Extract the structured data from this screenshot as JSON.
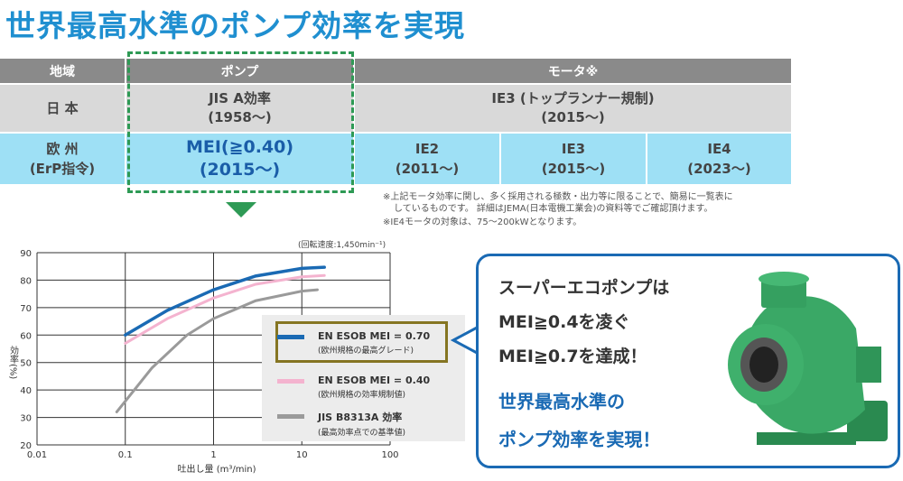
{
  "title": "世界最高水準のポンプ効率を実現",
  "table": {
    "headers": {
      "region": "地域",
      "pump": "ポンプ",
      "motor": "モータ※"
    },
    "japan": {
      "region": "日 本",
      "pump_line1": "JIS A効率",
      "pump_line2": "(1958〜)",
      "motor_line1": "IE3 (トップランナー規制)",
      "motor_line2": "(2015〜)"
    },
    "europe": {
      "region_line1": "欧 州",
      "region_line2": "(ErP指令)",
      "pump_line1": "MEI(≧0.40)",
      "pump_line2": "(2015〜)",
      "motors": [
        {
          "name": "IE2",
          "year": "(2011〜)"
        },
        {
          "name": "IE3",
          "year": "(2015〜)"
        },
        {
          "name": "IE4",
          "year": "(2023〜)"
        }
      ]
    }
  },
  "notes": [
    "※上記モータ効率に関し、多く採用される極数・出力等に限ることで、簡易に一覧表に",
    "しているものです。 詳細はJEMA(日本電機工業会)の資料等でご確認頂けます。",
    "※IE4モータの対象は、75〜200kWとなります。"
  ],
  "chart_data": {
    "type": "line",
    "annotation": "(回転速度:1,450min⁻¹)",
    "xlabel": "吐出し量 (m³/min)",
    "ylabel": "効率(%)",
    "xscale": "log",
    "xlim": [
      0.01,
      100
    ],
    "ylim": [
      20,
      90
    ],
    "xticks": [
      "0.01",
      "0.1",
      "1",
      "10",
      "100"
    ],
    "xtick_values": [
      0.01,
      0.1,
      1,
      10,
      100
    ],
    "yticks": [
      20,
      30,
      40,
      50,
      60,
      70,
      80,
      90
    ],
    "grid": true,
    "legend_position": "bottom-right",
    "series": [
      {
        "name": "EN ESOB MEI = 0.70",
        "sub": "(欧州規格の最高グレード)",
        "color": "#1a6ab4",
        "x": [
          0.1,
          0.3,
          1,
          3,
          10,
          18
        ],
        "y": [
          60,
          69,
          76.5,
          81.5,
          84.3,
          84.7
        ]
      },
      {
        "name": "EN ESOB MEI = 0.40",
        "sub": "(欧州規格の効率規制値)",
        "color": "#f4b3cf",
        "x": [
          0.1,
          0.3,
          1,
          3,
          10,
          18
        ],
        "y": [
          57,
          66,
          73.5,
          78.5,
          81.2,
          81.7
        ]
      },
      {
        "name": "JIS B8313A 効率",
        "sub": "(最高効率点での基準値)",
        "color": "#9a9a9a",
        "x": [
          0.08,
          0.2,
          0.5,
          1,
          3,
          10,
          15
        ],
        "y": [
          32,
          48,
          60,
          66,
          72.5,
          76,
          76.5
        ]
      }
    ]
  },
  "callout": {
    "line1": "スーパーエコポンプは",
    "line2": "MEI≧0.4を凌ぐ",
    "line3": "MEI≧0.7を達成！",
    "line4": "世界最高水準の",
    "line5": "ポンプ効率を実現！"
  },
  "colors": {
    "accent": "#1f8fd0",
    "green": "#2e9a55",
    "blue": "#1a6ab4"
  }
}
